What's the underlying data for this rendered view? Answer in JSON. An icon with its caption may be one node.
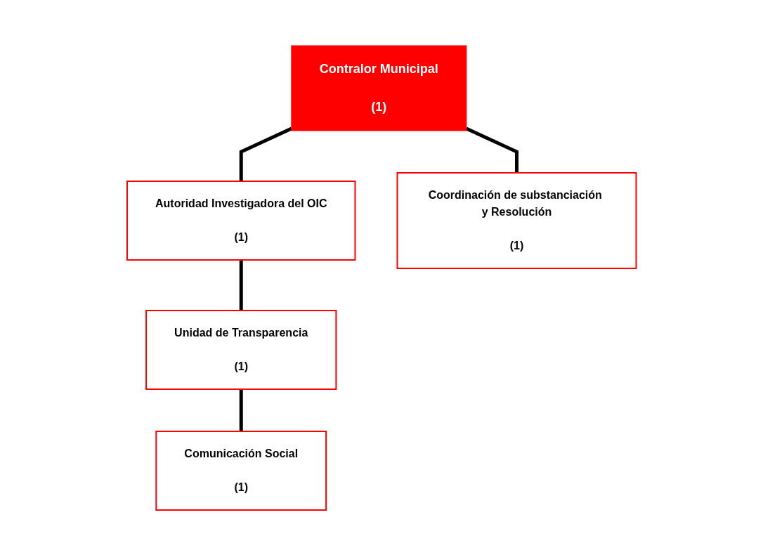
{
  "diagram": {
    "nodes": [
      {
        "text": [
          "Contralor Municipal",
          "(1)"
        ]
      },
      {
        "text": [
          "Autoridad Investigadora del OIC",
          "(1)"
        ]
      },
      {
        "text": [
          "Coordinación de substanciación y Resolución",
          "(1)"
        ]
      },
      {
        "text": [
          "Unidad de Transparencia",
          "(1)"
        ]
      },
      {
        "text": [
          "Comunicación Social",
          "(1)"
        ]
      }
    ],
    "edges": [
      {
        "from": 0,
        "to": 1,
        "arrow": "none"
      },
      {
        "from": 0,
        "to": 2,
        "arrow": "none"
      },
      {
        "from": 1,
        "to": 3,
        "arrow": "none"
      },
      {
        "from": 3,
        "to": 4,
        "arrow": "none"
      }
    ]
  }
}
